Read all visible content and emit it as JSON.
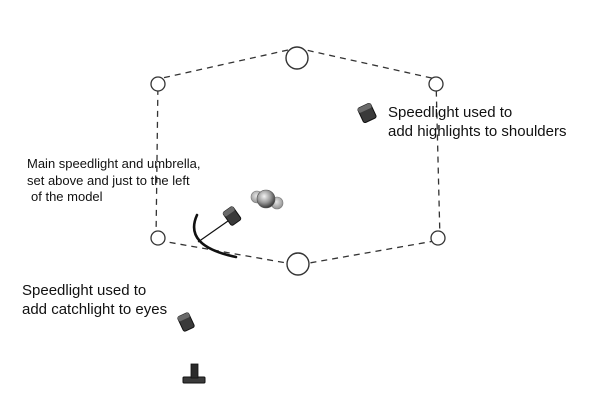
{
  "labels": {
    "shoulders": [
      "Speedlight used to",
      "add highlights to shoulders"
    ],
    "main": [
      "Main speedlight and umbrella,",
      "set above and just to the left",
      "of the model"
    ],
    "eyes": [
      "Speedlight used to",
      "add catchlight to eyes"
    ]
  },
  "colors": {
    "background": "#ffffff",
    "line": "#333333",
    "text": "#111111",
    "light_body": "#3a3a3a"
  }
}
